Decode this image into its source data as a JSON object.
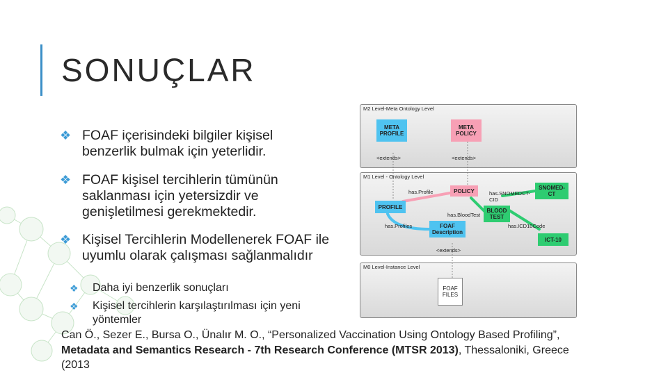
{
  "title": "SONUÇLAR",
  "bullets": [
    "FOAF içerisindeki bilgiler kişisel benzerlik bulmak için yeterlidir.",
    "FOAF kişisel tercihlerin tümünün saklanması için yetersizdir ve genişletilmesi gerekmektedir.",
    "Kişisel Tercihlerin Modellenerek FOAF ile uyumlu olarak çalışması sağlanmalıdır"
  ],
  "sub_bullets": [
    "Daha iyi benzerlik sonuçları",
    "Kişisel tercihlerin karşılaştırılması için yeni yöntemler"
  ],
  "citation": {
    "part1": "Can Ö., Sezer E., Bursa O., Ünalır M. O., “Personalized Vaccination Using Ontology Based Profiling”, ",
    "bold": "Metadata and Semantics Research - 7th Research Conference (MTSR 2013)",
    "part2": ", Thessaloniki, Greece (2013"
  },
  "diagram": {
    "m2_label": "M2 Level-Meta Ontology Level",
    "m1_label": "M1 Level - Ontology Level",
    "m0_label": "M0 Level-Instance Level",
    "meta_profile": "META PROFILE",
    "meta_policy": "META POLICY",
    "extends_1": "<extends>",
    "extends_2": "<extends>",
    "extends_3": "<extends>",
    "profile": "PROFILE",
    "policy": "POLICY",
    "has_profile": "has.Profile",
    "has_profiles": "has.Profiles",
    "has_snomed": "has.SNOMEDCT-CID",
    "has_blood_test": "has.BloodTest",
    "has_icd": "has.ICD10Code",
    "snomed": "SNOMED-CT",
    "blood_test": "BLOOD TEST",
    "foaf_desc": "FOAF Description",
    "icd": "ICT-10",
    "foaf_files": "FOAF FILES"
  },
  "colors": {
    "accent": "#3b8fc7",
    "bullet": "#3c9bd6",
    "cyan": "#4fc3f0",
    "pink": "#f7a0b5",
    "green": "#2ecc71"
  }
}
